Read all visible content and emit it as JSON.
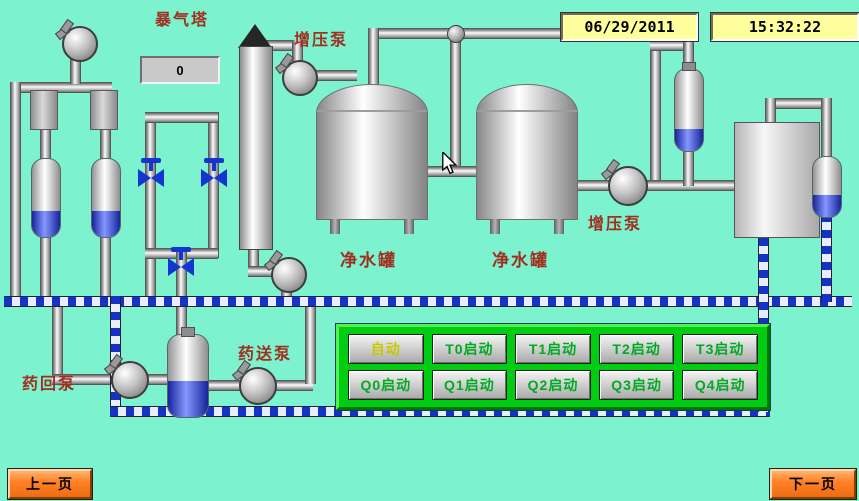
{
  "header": {
    "date": "06/29/2011",
    "time": "15:32:22"
  },
  "display": {
    "value": "0"
  },
  "labels": {
    "aeration_tower": "暴气塔",
    "booster_pump_top": "增压泵",
    "booster_pump_right": "增压泵",
    "clean_water_tank_1": "净水罐",
    "clean_water_tank_2": "净水罐",
    "dosing_pump": "药送泵",
    "drug_return_pump": "药回泵"
  },
  "control_panel": {
    "buttons": [
      {
        "label": "自动"
      },
      {
        "label": "T0启动"
      },
      {
        "label": "T1启动"
      },
      {
        "label": "T2启动"
      },
      {
        "label": "T3启动"
      },
      {
        "label": "Q0启动"
      },
      {
        "label": "Q1启动"
      },
      {
        "label": "Q2启动"
      },
      {
        "label": "Q3启动"
      },
      {
        "label": "Q4启动"
      }
    ]
  },
  "navigation": {
    "prev": "上一页",
    "next": "下一页"
  },
  "colors": {
    "background": "#7df2cf",
    "label_red": "#a12f20",
    "panel_green": "#00cc11",
    "button_text_green": "#00aa22",
    "auto_text_yellow": "#c8c800",
    "nav_orange": "#ff8228",
    "datetime_yellow": "#ffff9e",
    "pipe_blue": "#1632c4"
  }
}
